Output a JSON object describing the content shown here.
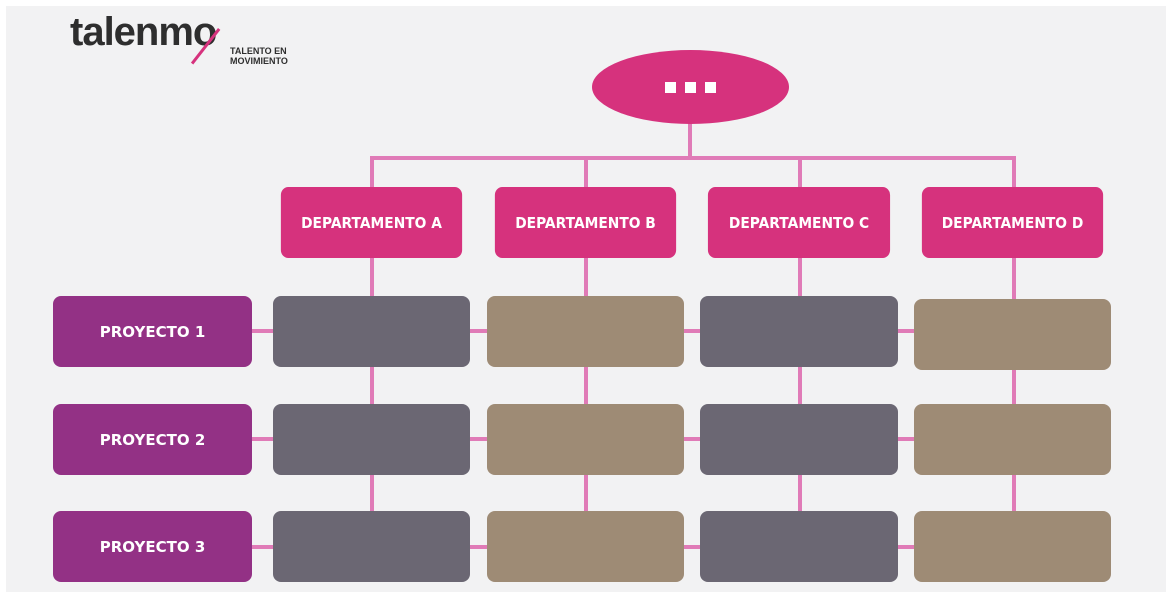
{
  "logo": {
    "word": "talenmo",
    "tagline": "TALENTO EN\nMOVIMIENTO"
  },
  "root": {
    "label": "..."
  },
  "departments": [
    {
      "label": "DEPARTAMENTO A"
    },
    {
      "label": "DEPARTAMENTO B"
    },
    {
      "label": "DEPARTAMENTO C"
    },
    {
      "label": "DEPARTAMENTO D"
    }
  ],
  "projects": [
    {
      "label": "PROYECTO 1"
    },
    {
      "label": "PROYECTO 2"
    },
    {
      "label": "PROYECTO 3"
    }
  ],
  "colors": {
    "root": "#d6327d",
    "department": "#d6327d",
    "project": "#933185",
    "cell_gray": "#6b6773",
    "cell_tan": "#9e8b75",
    "connector": "#e07bb7"
  }
}
